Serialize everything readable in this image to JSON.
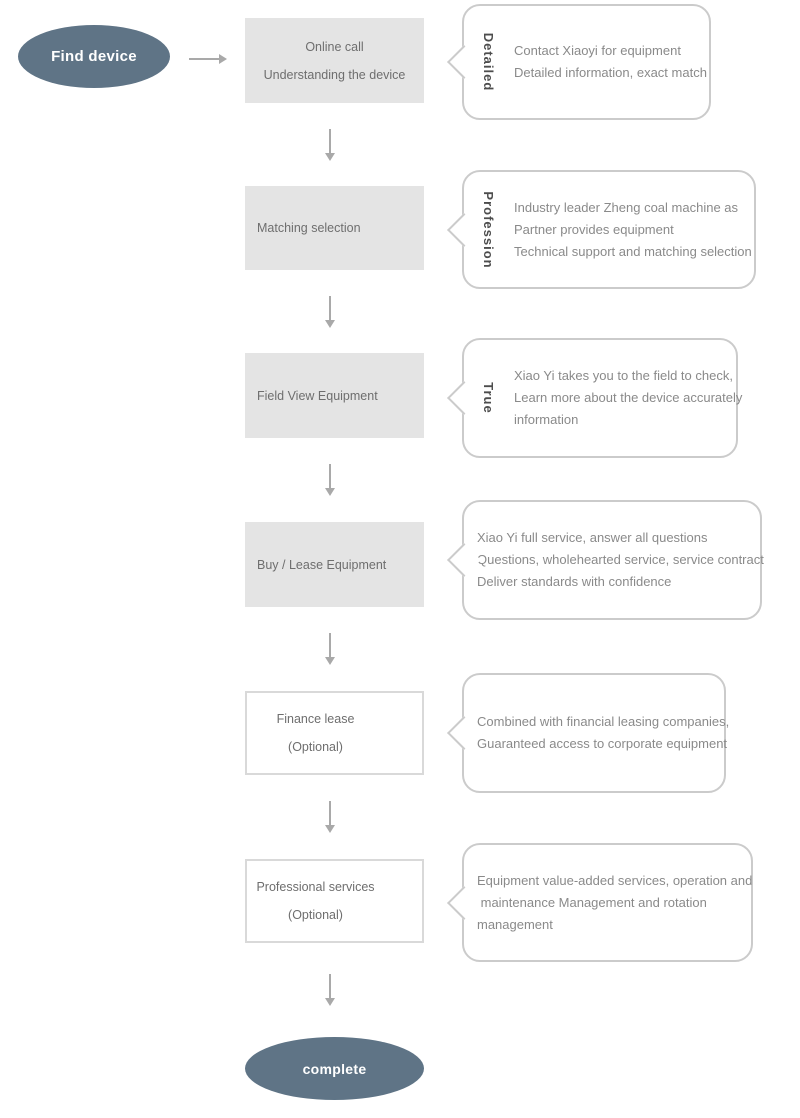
{
  "flow": {
    "start_label": "Find device",
    "end_label": "complete",
    "steps": [
      {
        "box_lines": [
          "Online call",
          "Understanding the device"
        ],
        "tag": "Detailed",
        "note_lines": [
          "Contact Xiaoyi for equipment",
          "Detailed information, exact match"
        ]
      },
      {
        "box_lines": [
          "Matching selection"
        ],
        "tag": "Profession",
        "note_lines": [
          "Industry leader Zheng coal machine as",
          "Partner provides equipment",
          "Technical support and matching selection"
        ]
      },
      {
        "box_lines": [
          "Field View Equipment"
        ],
        "tag": "True",
        "note_lines": [
          "Xiao Yi takes you to the field to check,",
          "Learn more about the device accurately",
          "information"
        ]
      },
      {
        "box_lines": [
          "Buy / Lease Equipment"
        ],
        "tag": "",
        "note_lines": [
          "Xiao Yi full service, answer all questions",
          "Questions, wholehearted service, service contract",
          "Deliver standards with confidence"
        ]
      },
      {
        "box_lines": [
          "Finance lease",
          "(Optional)"
        ],
        "tag": "",
        "note_lines": [
          "Combined with financial leasing companies,",
          "Guaranteed access to corporate equipment"
        ]
      },
      {
        "box_lines": [
          "Professional services",
          "(Optional)"
        ],
        "tag": "",
        "note_lines": [
          "Equipment value-added services, operation and",
          " maintenance Management and rotation",
          "management"
        ]
      }
    ],
    "colors": {
      "node_fill": "#5f7486",
      "node_text": "#ffffff",
      "box_fill": "#e4e4e4",
      "box_text": "#6e6e6e",
      "outline_box_border": "#d9d9d9",
      "bubble_border": "#cbcbcb",
      "note_text": "#8a8a8a",
      "tag_text": "#4d4d4d",
      "arrow": "#a9a9a9"
    }
  }
}
